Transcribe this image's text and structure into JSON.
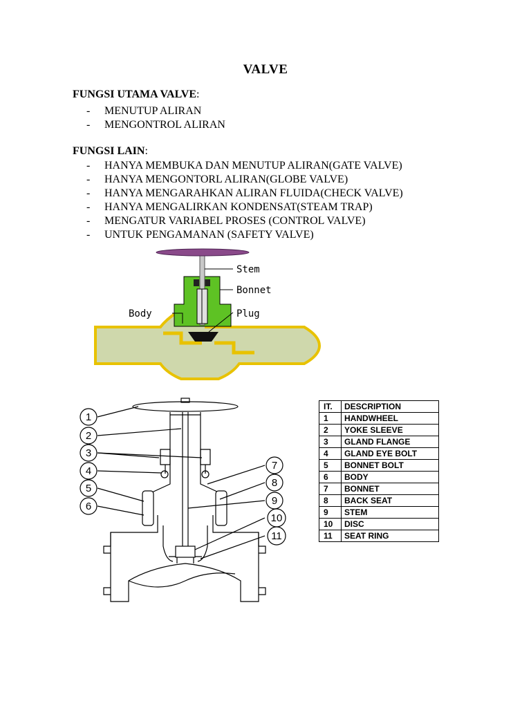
{
  "title": "VALVE",
  "main_functions": {
    "heading": "FUNGSI UTAMA VALVE",
    "colon": ":",
    "items": [
      "MENUTUP ALIRAN",
      "MENGONTROL ALIRAN"
    ]
  },
  "other_functions": {
    "heading": "FUNGSI LAIN",
    "colon": ":",
    "items": [
      "HANYA MEMBUKA DAN MENUTUP ALIRAN(GATE VALVE)",
      "HANYA MENGONTORL ALIRAN(GLOBE VALVE)",
      "HANYA MENGARAHKAN ALIRAN FLUIDA(CHECK VALVE)",
      "HANYA MENGALIRKAN KONDENSAT(STEAM TRAP)",
      "MENGATUR VARIABEL PROSES (CONTROL VALVE)",
      "UNTUK PENGAMANAN (SAFETY VALVE)"
    ]
  },
  "diagram1": {
    "labels": {
      "stem": "Stem",
      "bonnet": "Bonnet",
      "body": "Body",
      "plug": "Plug"
    },
    "colors": {
      "handwheel": "#8a4a8a",
      "bonnet": "#5ec224",
      "body": "#cfd8ac",
      "body_outline": "#e8c200",
      "stem": "#c8c8c8"
    }
  },
  "diagram2": {
    "callouts": [
      "1",
      "2",
      "3",
      "4",
      "5",
      "6",
      "7",
      "8",
      "9",
      "10",
      "11"
    ]
  },
  "parts_table": {
    "header": {
      "it": "IT.",
      "description": "DESCRIPTION"
    },
    "rows": [
      {
        "it": "1",
        "description": "HANDWHEEL"
      },
      {
        "it": "2",
        "description": "YOKE SLEEVE"
      },
      {
        "it": "3",
        "description": "GLAND FLANGE"
      },
      {
        "it": "4",
        "description": "GLAND EYE BOLT"
      },
      {
        "it": "5",
        "description": "BONNET BOLT"
      },
      {
        "it": "6",
        "description": "BODY"
      },
      {
        "it": "7",
        "description": "BONNET"
      },
      {
        "it": "8",
        "description": "BACK SEAT"
      },
      {
        "it": "9",
        "description": "STEM"
      },
      {
        "it": "10",
        "description": "DISC"
      },
      {
        "it": "11",
        "description": "SEAT RING"
      }
    ]
  }
}
